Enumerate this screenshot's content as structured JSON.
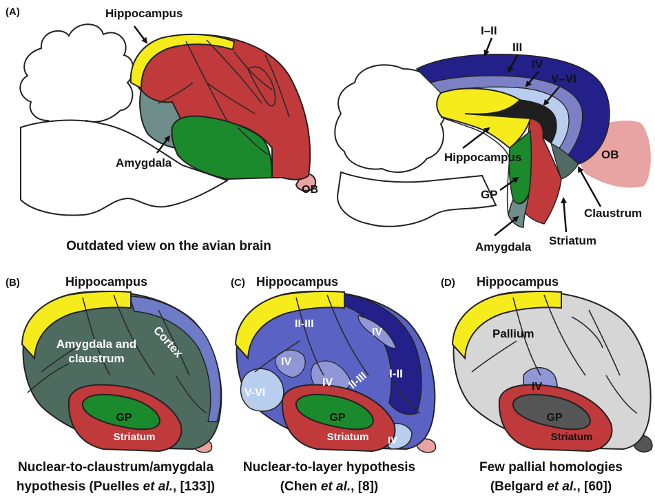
{
  "panel_a": {
    "label": "(A)",
    "left_caption": "Outdated view on the avian brain",
    "left_labels": {
      "hippocampus": "Hippocampus",
      "amygdala": "Amygdala",
      "ob": "OB"
    },
    "right_labels": {
      "layer_1_2": "I–II",
      "layer_3": "III",
      "layer_4": "IV",
      "layer_5_6": "V–VI",
      "hippocampus": "Hippocampus",
      "ob": "OB",
      "gp": "GP",
      "claustrum": "Claustrum",
      "amygdala": "Amygdala",
      "striatum": "Striatum"
    }
  },
  "panel_b": {
    "label": "(B)",
    "hippocampus": "Hippocampus",
    "region_line1": "Amygdala and",
    "region_line2": "claustrum",
    "cortex": "Cortex",
    "gp": "GP",
    "striatum": "Striatum",
    "caption_line1": "Nuclear-to-claustrum/amygdala",
    "caption_line2_pre": "hypothesis (Puelles ",
    "caption_line2_em": "et al.",
    "caption_line2_post": ", [133])"
  },
  "panel_c": {
    "label": "(C)",
    "hippocampus": "Hippocampus",
    "l_2_3_top": "II-III",
    "l_4_top": "IV",
    "l_1_2": "I-II",
    "l_4_mid": "IV",
    "l_4_low": "IV",
    "l_2_3_low": "II-III",
    "l_5_6": "V-VI",
    "l_4_bottom": "IV",
    "gp": "GP",
    "striatum": "Striatum",
    "caption_line1": "Nuclear-to-layer hypothesis",
    "caption_line2_pre": "(Chen ",
    "caption_line2_em": "et al.",
    "caption_line2_post": ", [8])"
  },
  "panel_d": {
    "label": "(D)",
    "hippocampus": "Hippocampus",
    "pallium": "Pallium",
    "l_4": "IV",
    "gp": "GP",
    "striatum": "Striatum",
    "caption_line1": "Few pallial homologies",
    "caption_line2_pre": "(Belgard ",
    "caption_line2_em": "et al.",
    "caption_line2_post": ", [60])"
  },
  "colors": {
    "pallium_red": "#c0393b",
    "hippocampus_yellow": "#f7ec1b",
    "amygdala_grey": "#6f8d8a",
    "gp_green": "#1b8a2c",
    "ob_pink": "#e8a3a3",
    "layer_1_2": "#24208a",
    "layer_3": "#7c80c4",
    "layer_4": "#b9cdee",
    "layer_5_6": "#1e1e1e",
    "claustrum_grey": "#4f6b63",
    "panel_b_fill": "#4e6b60",
    "cortex_blue": "#6e7bc6",
    "panel_c_fill": "#5a63c4",
    "panel_d_fill": "#d6d6d6",
    "dark_grey": "#555555"
  }
}
